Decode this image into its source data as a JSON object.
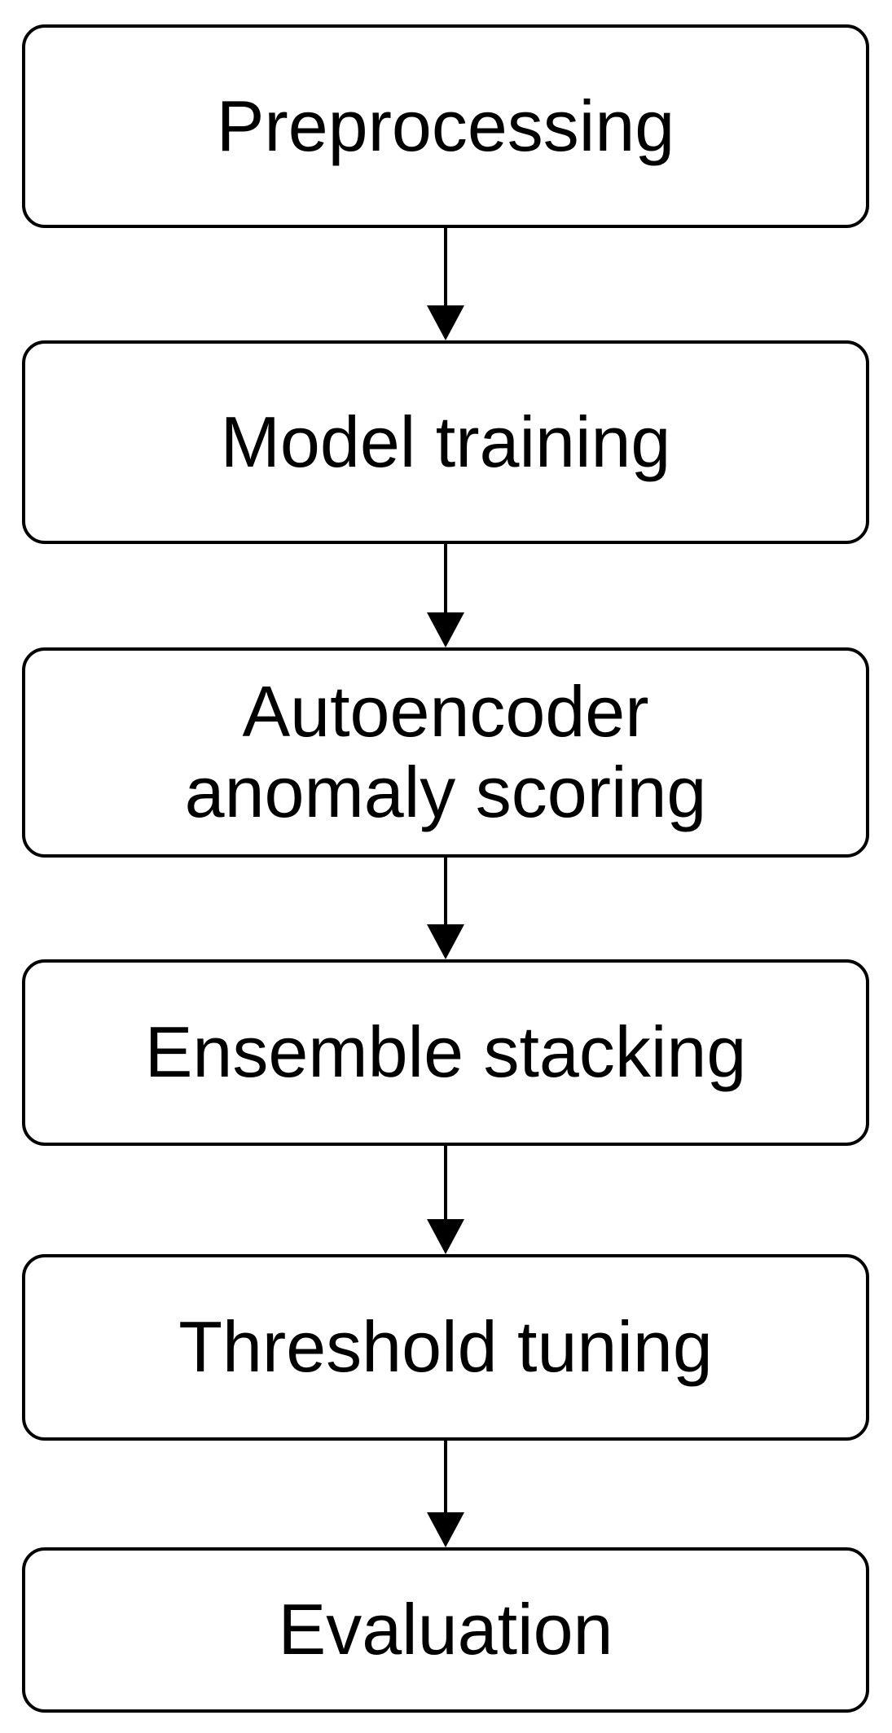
{
  "flowchart": {
    "steps": [
      {
        "label": "Preprocessing"
      },
      {
        "label": "Model training"
      },
      {
        "label": "Autoencoder\nanomaly scoring"
      },
      {
        "label": "Ensemble stacking"
      },
      {
        "label": "Threshold tuning"
      },
      {
        "label": "Evaluation"
      }
    ]
  },
  "colors": {
    "stroke": "#000000",
    "background": "#ffffff"
  }
}
